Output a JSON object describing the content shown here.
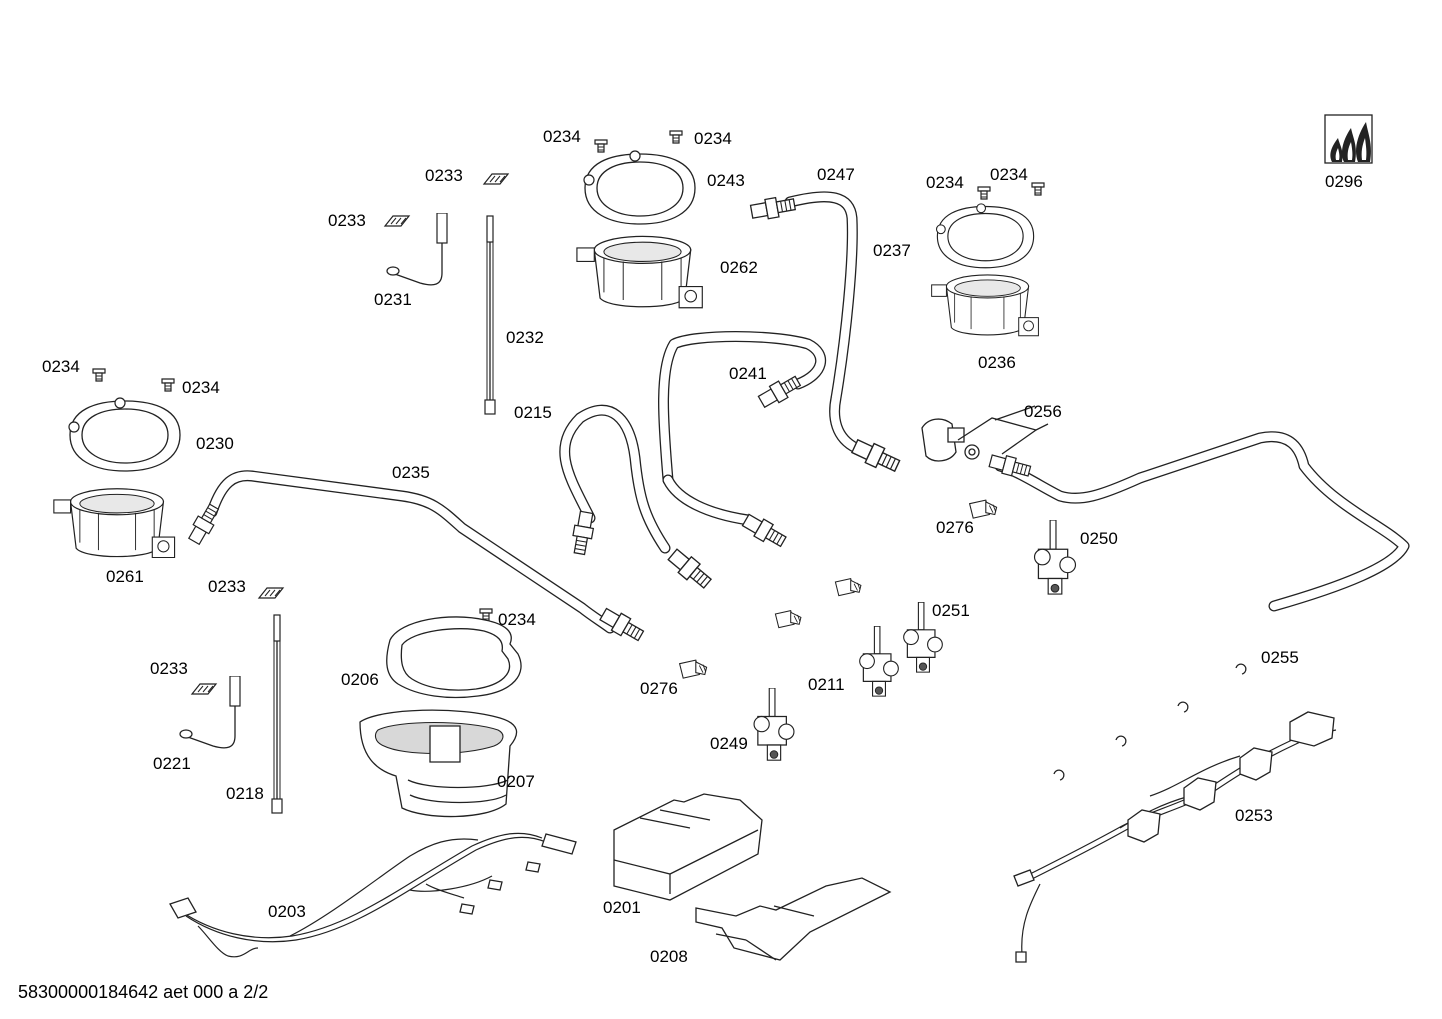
{
  "labels": {
    "p0201": "0201",
    "p0203": "0203",
    "p0206": "0206",
    "p0207": "0207",
    "p0208": "0208",
    "p0211": "0211",
    "p0215": "0215",
    "p0218": "0218",
    "p0221": "0221",
    "p0230": "0230",
    "p0231": "0231",
    "p0232": "0232",
    "p0233": "0233",
    "p0234": "0234",
    "p0235": "0235",
    "p0236": "0236",
    "p0237": "0237",
    "p0241": "0241",
    "p0243": "0243",
    "p0247": "0247",
    "p0249": "0249",
    "p0250": "0250",
    "p0251": "0251",
    "p0253": "0253",
    "p0255": "0255",
    "p0256": "0256",
    "p0261": "0261",
    "p0262": "0262",
    "p0276": "0276",
    "p0296": "0296"
  },
  "footer": "58300000184642 aet 000 a 2/2"
}
